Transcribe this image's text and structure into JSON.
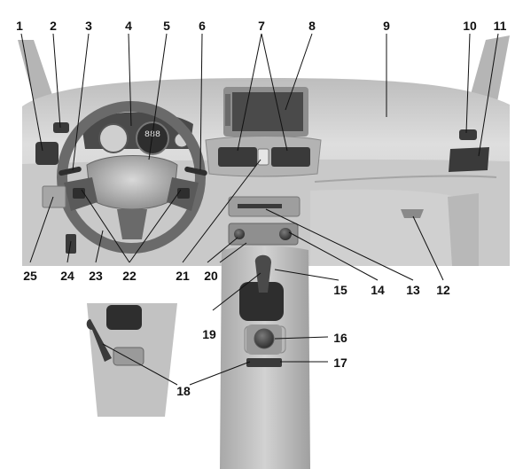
{
  "callouts": {
    "c1": "1",
    "c2": "2",
    "c3": "3",
    "c4": "4",
    "c5": "5",
    "c6": "6",
    "c7": "7",
    "c8": "8",
    "c9": "9",
    "c10": "10",
    "c11": "11",
    "c12": "12",
    "c13": "13",
    "c14": "14",
    "c15": "15",
    "c16": "16",
    "c17": "17",
    "c18": "18",
    "c19": "19",
    "c20": "20",
    "c21": "21",
    "c22": "22",
    "c23": "23",
    "c24": "24",
    "c25": "25"
  },
  "cluster_display": "888",
  "colors": {
    "background": "#ffffff",
    "dashboard": "#d6d6d6",
    "dash_shadow": "#9a9a9a",
    "dark_trim": "#3a3a3a",
    "leader_line": "#111111"
  }
}
